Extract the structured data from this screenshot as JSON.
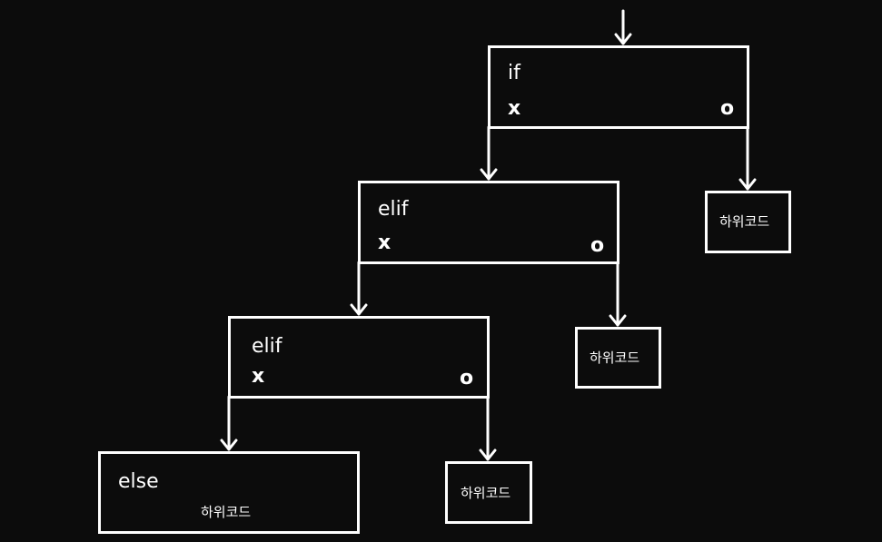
{
  "colors": {
    "background": "#0c0c0c",
    "stroke": "#ffffff"
  },
  "nodes": {
    "if": {
      "keyword": "if",
      "false_mark": "x",
      "true_mark": "o"
    },
    "elif1": {
      "keyword": "elif",
      "false_mark": "x",
      "true_mark": "o"
    },
    "elif2": {
      "keyword": "elif",
      "false_mark": "x",
      "true_mark": "o"
    },
    "else": {
      "keyword": "else",
      "body": "하위코드"
    }
  },
  "subcode": {
    "if": "하위코드",
    "elif1": "하위코드",
    "elif2": "하위코드"
  }
}
